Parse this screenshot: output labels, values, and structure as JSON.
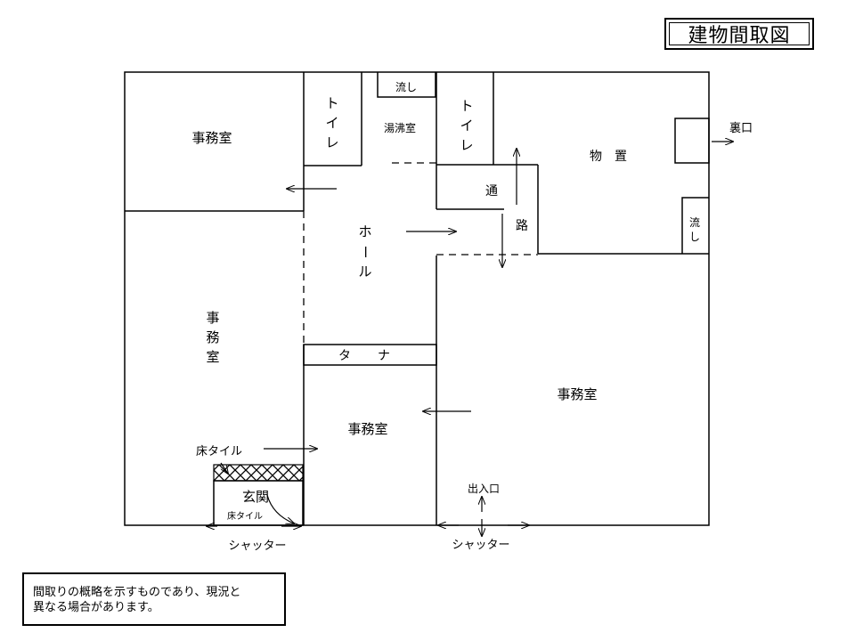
{
  "title": "建物間取図",
  "rooms": {
    "office_top_left": "事務室",
    "office_left_v": [
      "事",
      "務",
      "室"
    ],
    "toilet_1": [
      "ト",
      "イ",
      "レ"
    ],
    "toilet_2": [
      "ト",
      "イ",
      "レ"
    ],
    "sink_top": "流し",
    "sink_right": [
      "流",
      "し"
    ],
    "kitchenette": "湯沸室",
    "storage": "物　置",
    "back_door": "裏口",
    "passage_1": "通",
    "passage_2": "路",
    "hall": [
      "ホ",
      "ー",
      "ル"
    ],
    "shelf": "タ　ナ",
    "office_center": "事務室",
    "office_right": "事務室",
    "floor_tile_label": "床タイル",
    "entrance": "玄関",
    "floor_tile_small": "床タイル",
    "doorway": "出入口",
    "shutter_left": "シャッター",
    "shutter_right": "シャッター"
  },
  "note": {
    "line1": "間取りの概略を示すものであり、現況と",
    "line2": "異なる場合があります。"
  }
}
